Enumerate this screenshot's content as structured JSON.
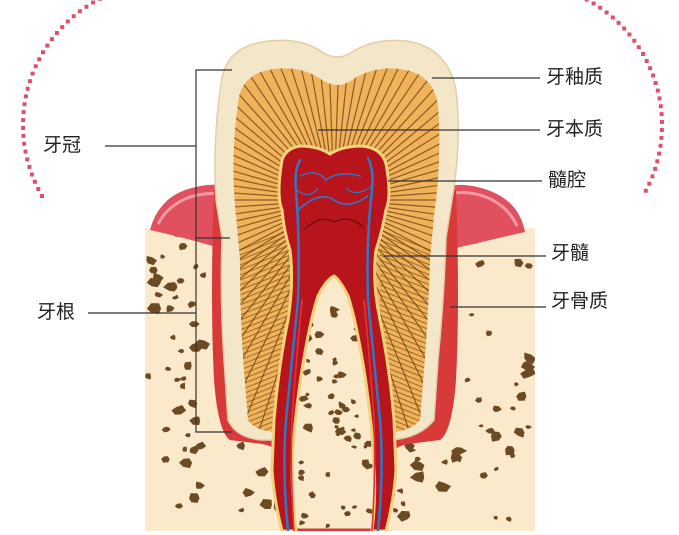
{
  "diagram": {
    "labels": {
      "enamel": "牙釉质",
      "dentin": "牙本质",
      "pulp_cavity": "髓腔",
      "pulp": "牙髓",
      "cementum": "牙骨质",
      "crown": "牙冠",
      "root": "牙根"
    },
    "colors": {
      "enamel": "#f4e6c8",
      "dentin": "#f0b25a",
      "dentin_line": "#6b3f12",
      "pulp": "#b8141c",
      "pulp_vessel": "#2f78c8",
      "gum": "#e0505f",
      "root_outline": "#d83a3a",
      "bone": "#fbe9cc",
      "bone_hole": "#6b4a24",
      "dotted_arc": "#e0506a",
      "leader_line": "#333333"
    }
  }
}
